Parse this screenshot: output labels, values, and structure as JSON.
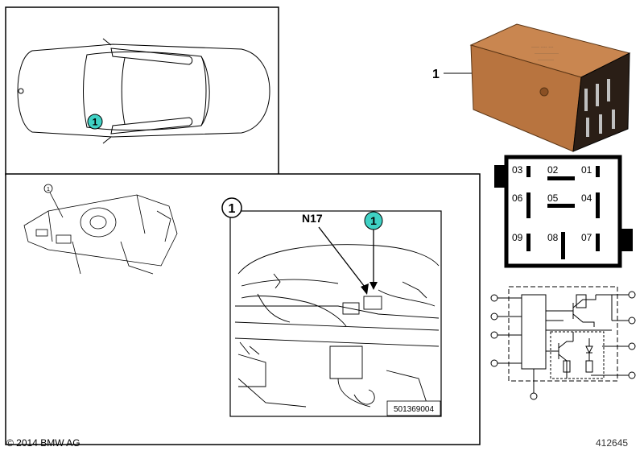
{
  "car_callout": {
    "number": "1"
  },
  "detail": {
    "label_top": "1",
    "component_label": "N17",
    "callout": "1",
    "figure_code": "501369004",
    "dash_callout": "1"
  },
  "relay": {
    "item_number": "1",
    "body_color": "#b8743f",
    "pins": [
      "03",
      "02",
      "01",
      "06",
      "05",
      "04",
      "09",
      "08",
      "07"
    ]
  },
  "footer": {
    "copyright": "© 2014 BMW AG",
    "diagram_id": "412645"
  },
  "colors": {
    "callout_fill": "#3fd1c4",
    "line": "#000000"
  }
}
